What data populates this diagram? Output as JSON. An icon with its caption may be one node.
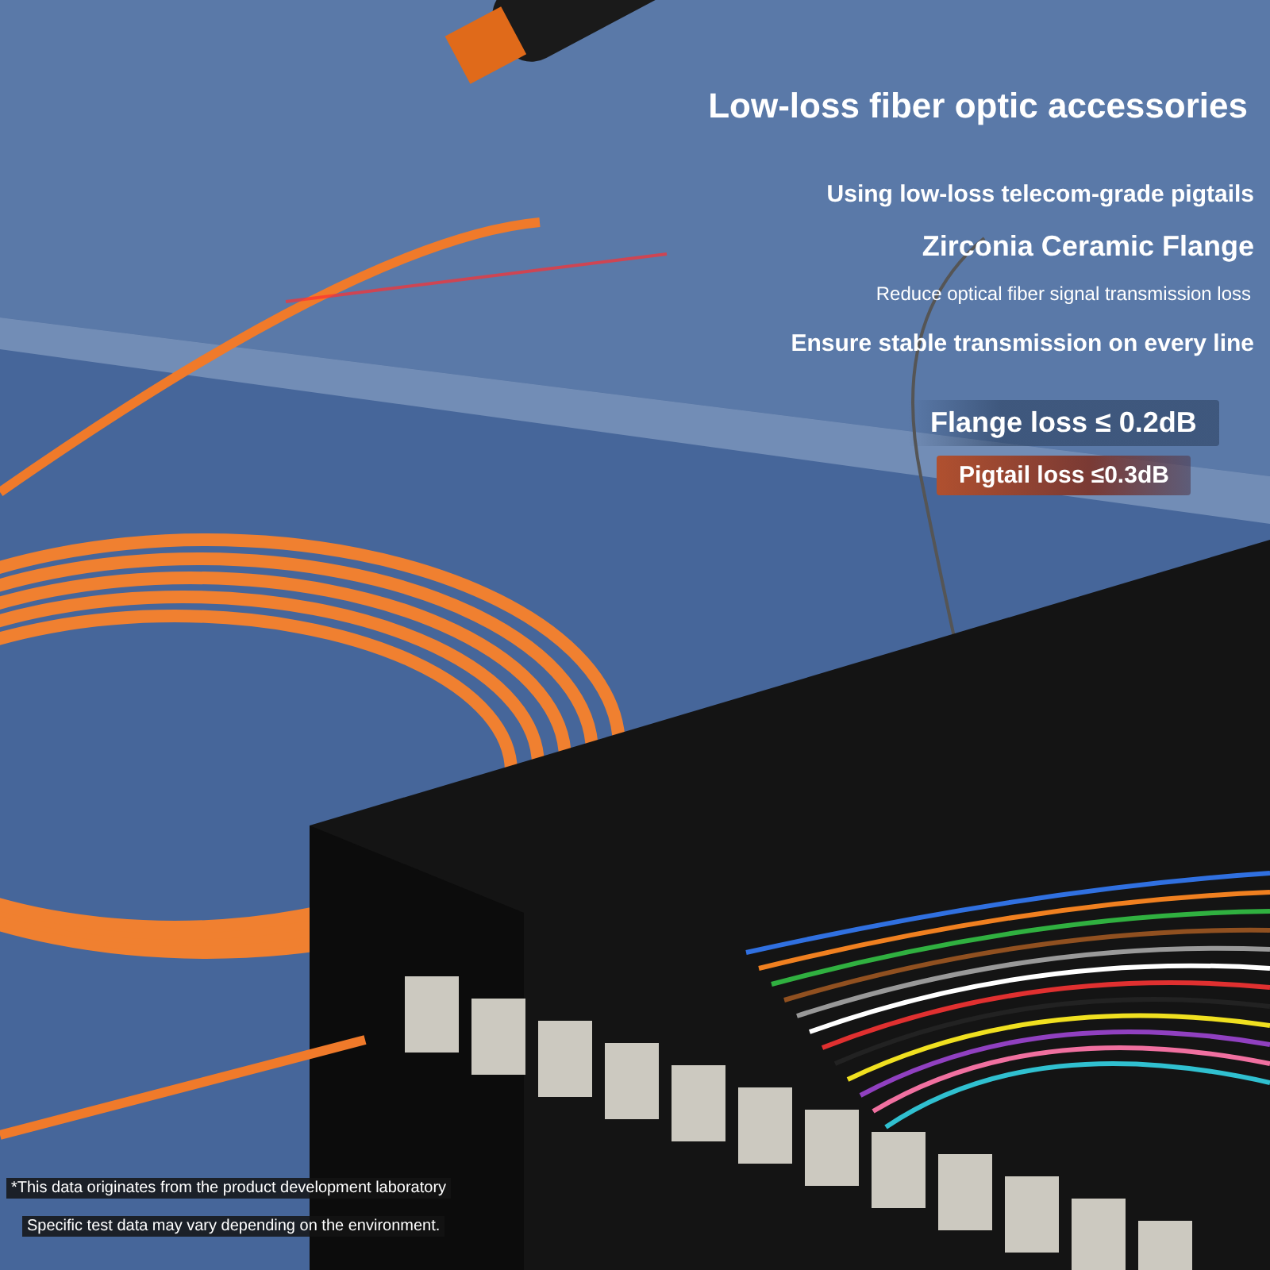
{
  "diagram": {
    "title": "Low-loss fiber optic accessories",
    "nodes": [
      {
        "text": [
          "Flange loss ≤ 0.2dB"
        ]
      },
      {
        "text": [
          "Pigtail loss ≤0.3dB"
        ]
      }
    ],
    "labels": [
      "Using low-loss telecom-grade pigtails",
      "Zirconia Ceramic Flange",
      "Reduce optical fiber signal transmission loss",
      "Ensure stable transmission on every line",
      "*This data originates from the product development laboratory",
      "Specific test data may vary depending on the environment."
    ]
  }
}
